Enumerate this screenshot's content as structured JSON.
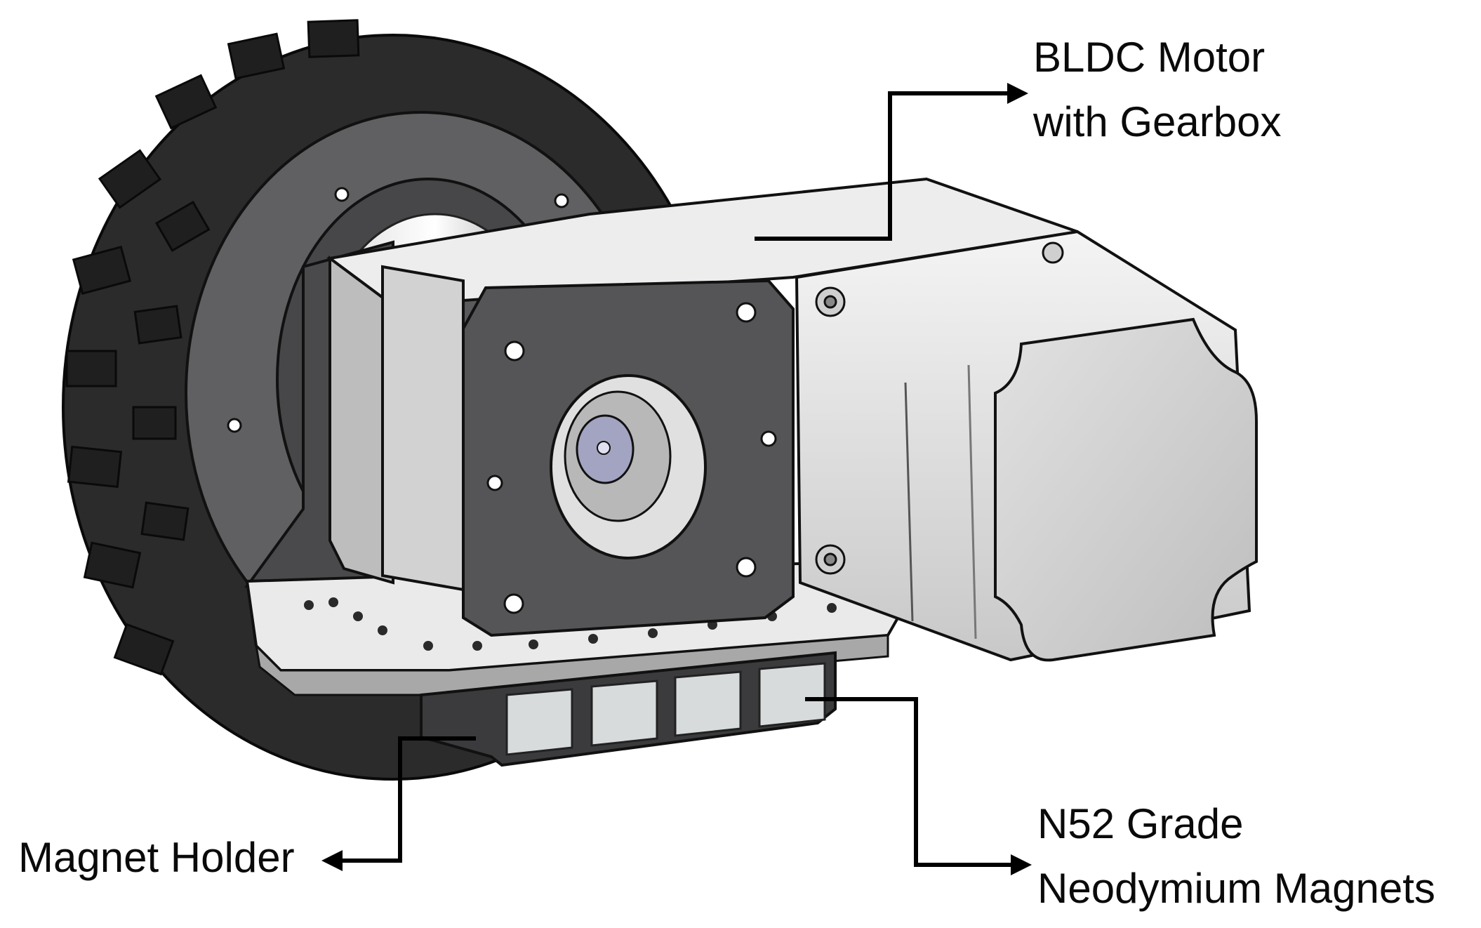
{
  "labels": {
    "motor": [
      "BLDC Motor",
      "with Gearbox"
    ],
    "magnets": [
      "N52 Grade",
      "Neodymium Magnets"
    ],
    "holder": "Magnet Holder"
  },
  "colors": {
    "tire": "#2b2b2b",
    "tread": "#1a1a1a",
    "hub": "#5f5f61",
    "bracket": "#4b4b4d",
    "motor_body": "#d4d4d4",
    "motor_light": "#ececec",
    "magnet": "#d7dbdc",
    "callout": "#000000"
  }
}
